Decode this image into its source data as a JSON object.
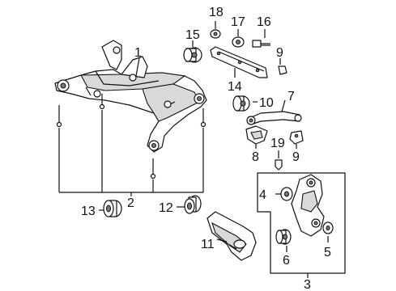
{
  "diagram": {
    "callouts": [
      {
        "id": "c1",
        "label": "1"
      },
      {
        "id": "c2",
        "label": "2"
      },
      {
        "id": "c3",
        "label": "3"
      },
      {
        "id": "c4",
        "label": "4"
      },
      {
        "id": "c5",
        "label": "5"
      },
      {
        "id": "c6",
        "label": "6"
      },
      {
        "id": "c7",
        "label": "7"
      },
      {
        "id": "c8",
        "label": "8"
      },
      {
        "id": "c9a",
        "label": "9"
      },
      {
        "id": "c9b",
        "label": "9"
      },
      {
        "id": "c10",
        "label": "10"
      },
      {
        "id": "c11",
        "label": "11"
      },
      {
        "id": "c12",
        "label": "12"
      },
      {
        "id": "c13",
        "label": "13"
      },
      {
        "id": "c14",
        "label": "14"
      },
      {
        "id": "c15",
        "label": "15"
      },
      {
        "id": "c16",
        "label": "16"
      },
      {
        "id": "c17",
        "label": "17"
      },
      {
        "id": "c18",
        "label": "18"
      },
      {
        "id": "c19",
        "label": "19"
      }
    ]
  }
}
